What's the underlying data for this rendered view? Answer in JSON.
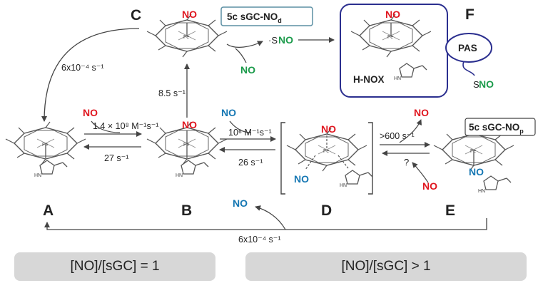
{
  "species": {
    "A": "A",
    "B": "B",
    "C": "C",
    "D": "D",
    "E": "E",
    "F": "F"
  },
  "no_label": "NO",
  "sno": {
    "dot_s": "·S",
    "no": "NO",
    "s": "S"
  },
  "boxes": {
    "sgc_nod_main": "5c sGC-NO",
    "sgc_nod_sub": "d",
    "sgc_nop_main": "5c sGC-NO",
    "sgc_nop_sub": "p",
    "pas": "PAS",
    "hnox": "H-NOX"
  },
  "rates": {
    "c_to_a": "6x10⁻⁴ s⁻¹",
    "a_to_b": "1.4 × 10⁸ M⁻¹s⁻¹",
    "b_to_a": "27 s⁻¹",
    "b_to_c": "8.5 s⁻¹",
    "b_to_d": "10⁶ M⁻¹s⁻¹",
    "d_to_b": "26 s⁻¹",
    "d_to_e": ">600 s⁻¹",
    "question": "?",
    "e_to_a": "6x10⁻⁴ s⁻¹"
  },
  "ratio_boxes": {
    "left": "[NO]/[sGC] = 1",
    "right": "[NO]/[sGC] > 1"
  },
  "colors": {
    "no_red": "#e0161f",
    "no_blue": "#1577b3",
    "no_green": "#1a9a4a",
    "frame_blue": "#2b2f8f",
    "box_teal": "#5b8fa3",
    "ratio_gray": "#d7d7d7"
  }
}
